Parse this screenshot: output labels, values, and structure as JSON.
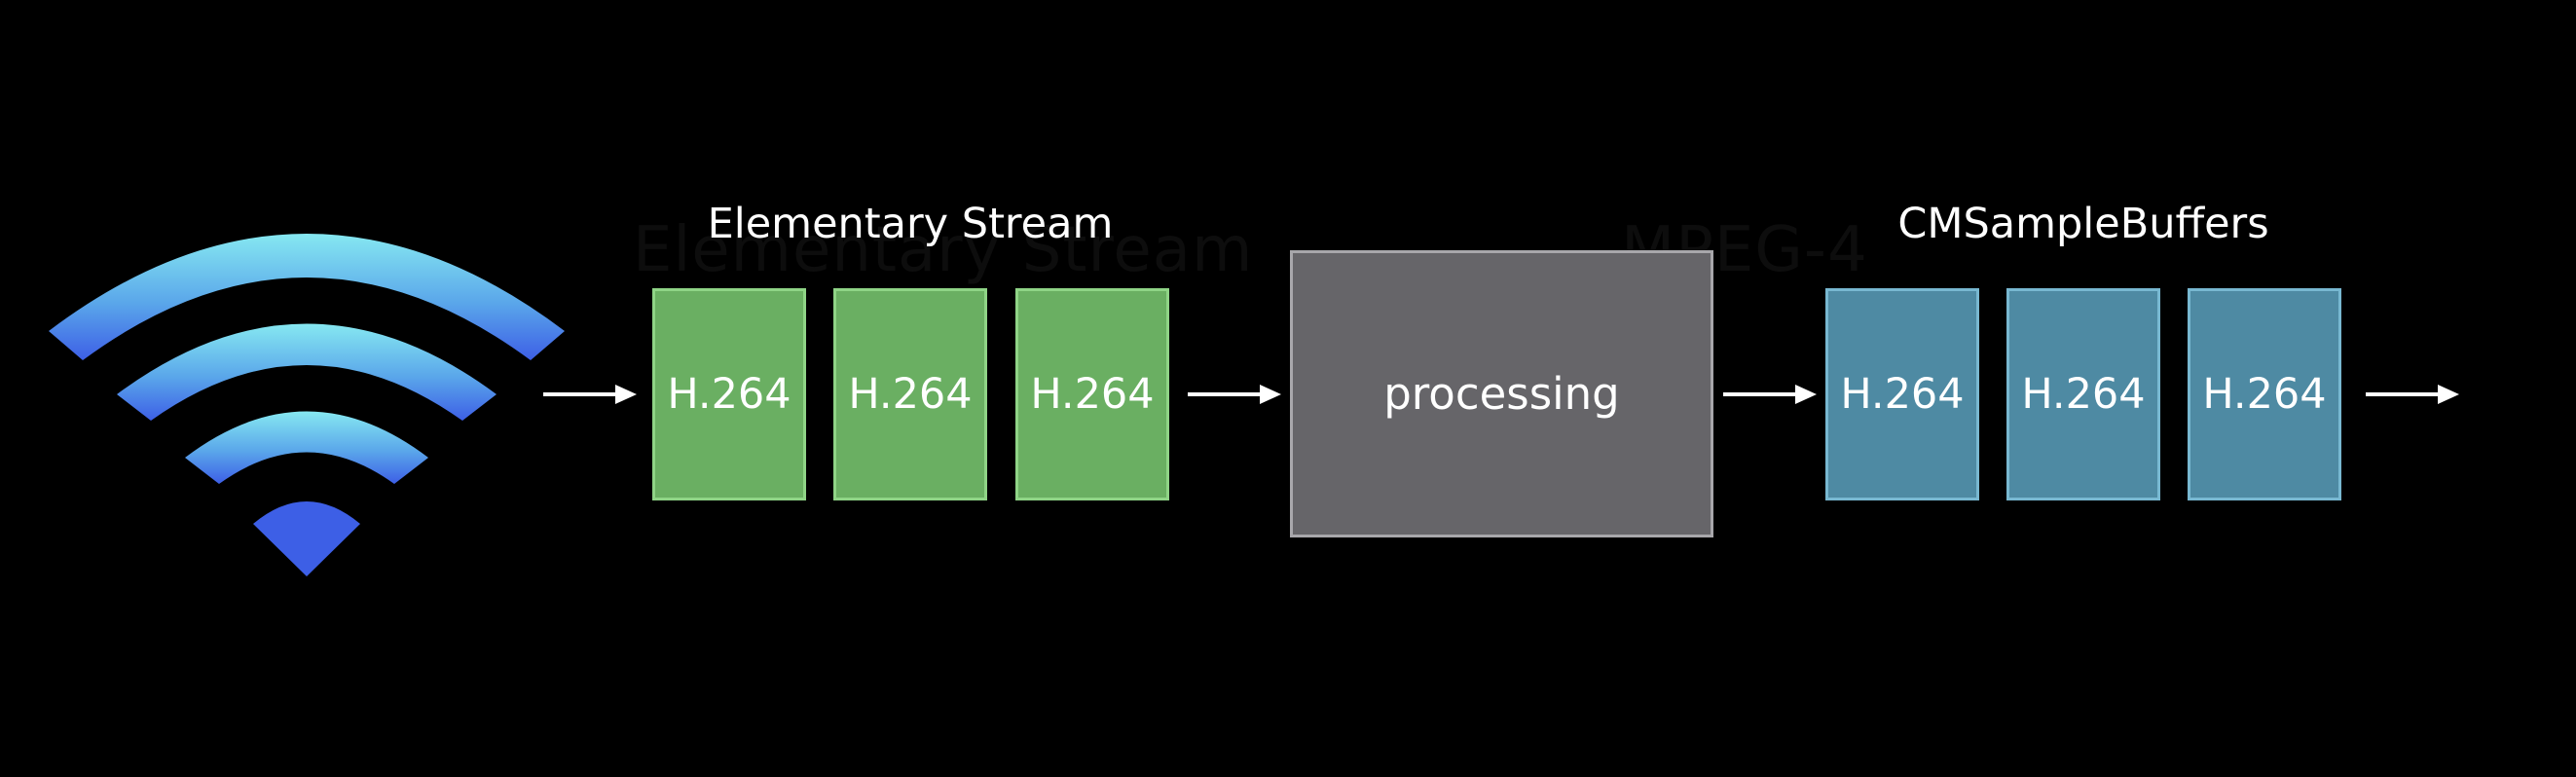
{
  "colors": {
    "background": "#000000",
    "elementary_block_fill": "#6aaf62",
    "elementary_block_border": "#8fd486",
    "processing_fill": "#666569",
    "processing_border": "#a8a7ab",
    "sample_block_fill": "#4e8aa3",
    "sample_block_border": "#78b8d1",
    "arrow": "#ffffff",
    "wifi_top": "#86e8f1",
    "wifi_bottom": "#3d5fe6"
  },
  "icons": {
    "source": "wifi-icon"
  },
  "ghost_labels": {
    "left": "Elementary Stream",
    "right": "MPEG-4"
  },
  "elementary_stream": {
    "label": "Elementary Stream",
    "blocks": [
      "H.264",
      "H.264",
      "H.264"
    ]
  },
  "processing": {
    "label": "processing"
  },
  "sample_buffers": {
    "label": "CMSampleBuffers",
    "blocks": [
      "H.264",
      "H.264",
      "H.264"
    ]
  }
}
